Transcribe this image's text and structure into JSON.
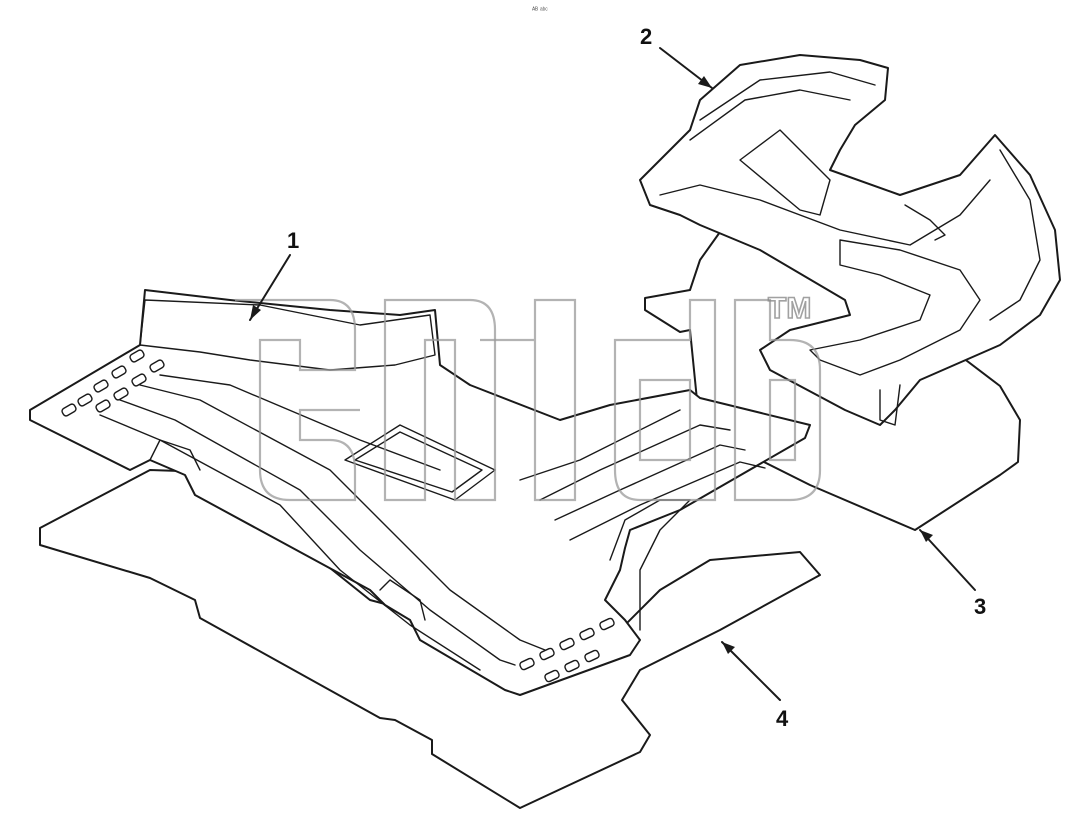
{
  "header_mark": "ᴬᴮ ᵃᵇᶜ",
  "callouts": [
    {
      "id": "1",
      "label": "1"
    },
    {
      "id": "2",
      "label": "2"
    },
    {
      "id": "3",
      "label": "3"
    },
    {
      "id": "4",
      "label": "4"
    }
  ],
  "watermark": {
    "trademark": "TM"
  }
}
